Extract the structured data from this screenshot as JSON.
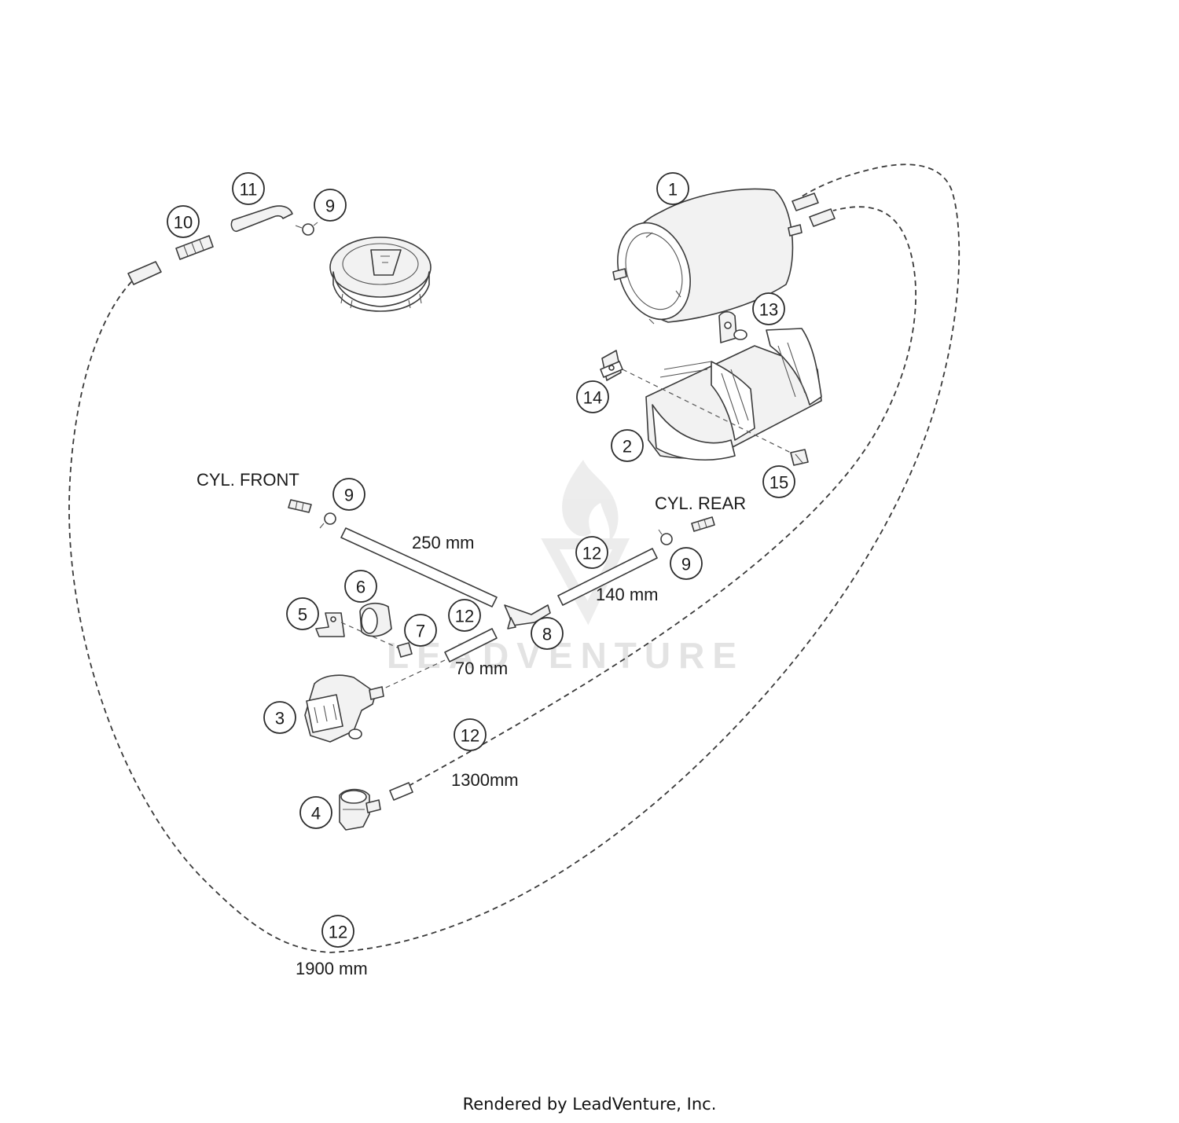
{
  "watermark": {
    "text": "LEADVENTURE"
  },
  "footer": {
    "text": "Rendered by LeadVenture, Inc."
  },
  "labels": {
    "cyl_front": "CYL. FRONT",
    "cyl_rear": "CYL. REAR",
    "len_250": "250 mm",
    "len_140": "140 mm",
    "len_70": "70 mm",
    "len_1300": "1300mm",
    "len_1900": "1900 mm"
  },
  "callouts": [
    {
      "id": "1",
      "part": "canister"
    },
    {
      "id": "2",
      "part": "canister-bracket"
    },
    {
      "id": "3",
      "part": "purge-valve"
    },
    {
      "id": "4",
      "part": "vent-valve"
    },
    {
      "id": "5",
      "part": "clip"
    },
    {
      "id": "6",
      "part": "rubber-mount"
    },
    {
      "id": "7",
      "part": "nut"
    },
    {
      "id": "8",
      "part": "t-connector"
    },
    {
      "id": "9",
      "part": "hose-clamp"
    },
    {
      "id": "10",
      "part": "nipple"
    },
    {
      "id": "11",
      "part": "elbow-hose"
    },
    {
      "id": "12",
      "part": "hose"
    },
    {
      "id": "13",
      "part": "screw"
    },
    {
      "id": "14",
      "part": "bracket-clip"
    },
    {
      "id": "15",
      "part": "bolt"
    }
  ]
}
